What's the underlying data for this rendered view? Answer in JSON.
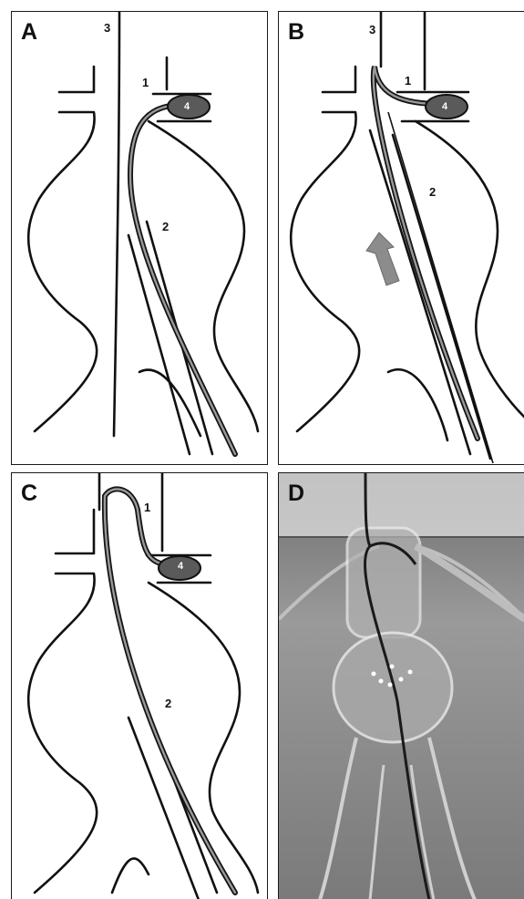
{
  "panels": {
    "A": {
      "label": "A",
      "n1": "1",
      "n2": "2",
      "n3": "3",
      "n4": "4"
    },
    "B": {
      "label": "B",
      "n1": "1",
      "n2": "2",
      "n3": "3",
      "n4": "4"
    },
    "C": {
      "label": "C",
      "n1": "1",
      "n2": "2",
      "n4": "4"
    },
    "D": {
      "label": "D"
    }
  },
  "colors": {
    "line": "#111111",
    "catheter_core": "#9a9a9a",
    "arrow": "#8c8c8c",
    "photo_bg": "#8a8a8a",
    "node": "#5a5a5a"
  }
}
